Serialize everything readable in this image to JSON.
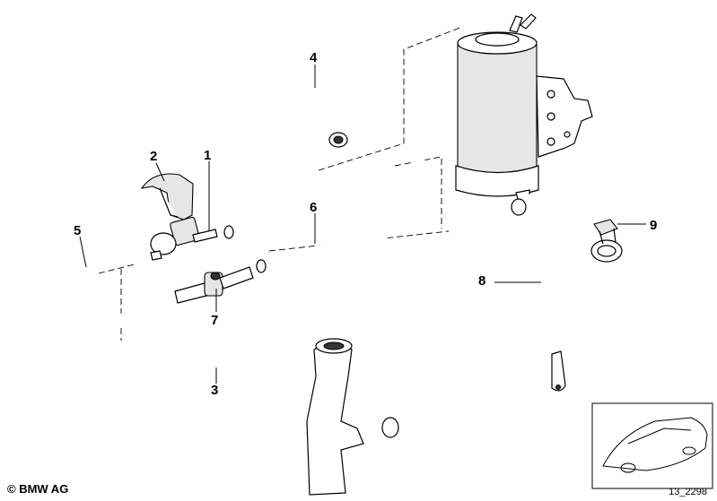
{
  "callouts": [
    {
      "id": "1",
      "label": "1"
    },
    {
      "id": "2",
      "label": "2"
    },
    {
      "id": "3",
      "label": "3"
    },
    {
      "id": "4",
      "label": "4"
    },
    {
      "id": "5",
      "label": "5"
    },
    {
      "id": "6",
      "label": "6"
    },
    {
      "id": "7",
      "label": "7"
    },
    {
      "id": "8",
      "label": "8"
    },
    {
      "id": "9",
      "label": "9"
    }
  ],
  "footer": {
    "copyright": "© BMW AG",
    "reference": "13_2298"
  },
  "colors": {
    "line": "#000000",
    "background": "#ffffff",
    "shading": "#e6e6e6"
  }
}
